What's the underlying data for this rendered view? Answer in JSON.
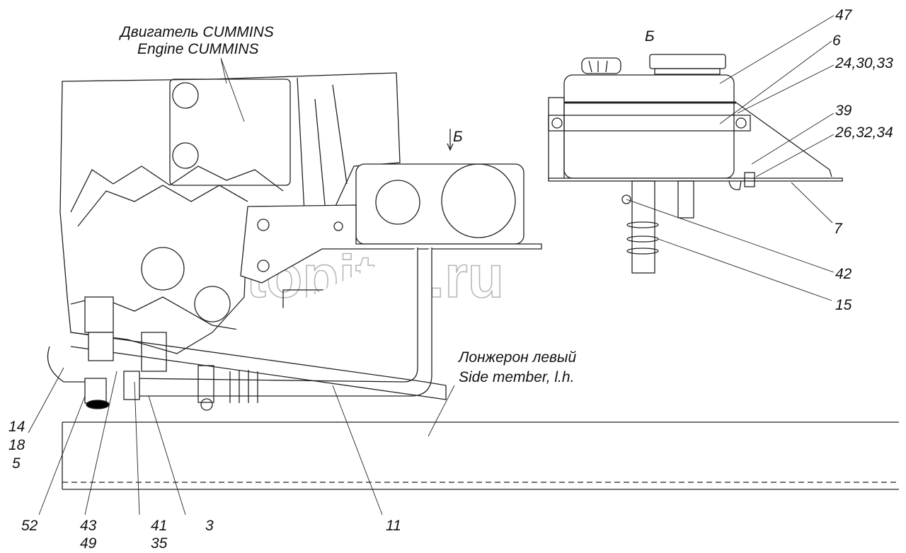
{
  "engine": {
    "label_ru": "Двигатель CUMMINS",
    "label_en": "Engine CUMMINS"
  },
  "view_marks": {
    "arrow_label": "Б",
    "view_title": "Б"
  },
  "side_member": {
    "label_ru": "Лонжерон левый",
    "label_en": "Side member, l.h."
  },
  "watermark": "autopiter.ru",
  "callouts_right": [
    "47",
    "6",
    "24,30,33",
    "39",
    "26,32,34",
    "7",
    "42",
    "15"
  ],
  "callouts_left": {
    "group_14_18_5": [
      "14",
      "18",
      "5"
    ],
    "c52": "52",
    "c43": "43",
    "c49": "49",
    "c41": "41",
    "c35": "35",
    "c3": "3",
    "c11": "11"
  }
}
